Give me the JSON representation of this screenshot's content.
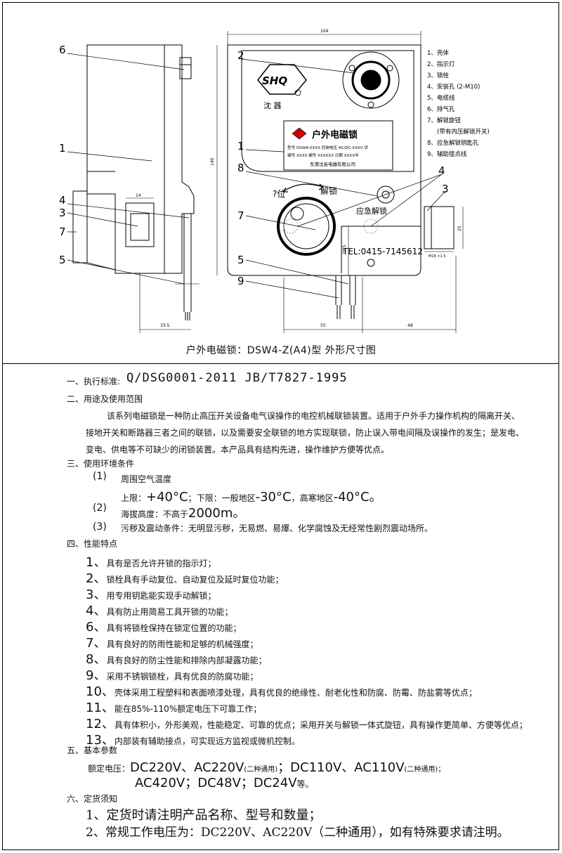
{
  "drawing": {
    "callouts": [
      "6",
      "1",
      "4",
      "3",
      "7",
      "5",
      "2",
      "1",
      "8",
      "7",
      "5",
      "9",
      "4",
      "3"
    ],
    "nameplate": {
      "logo_text": "SHQ",
      "brand": "沈 器",
      "title": "户外电磁锁",
      "row1": "型号 DSW4-XXXX 控制电压 AC/DC-XXXV 伏",
      "row2": "编号 XXXX 编号 XXXXXX 日期 XXXX年",
      "company": "东港沈高电器有限公司"
    },
    "dial_labels": {
      "reset": "?位",
      "unlock": "解锁",
      "emergency": "应急解锁"
    },
    "tel": "TEL:0415-7145612",
    "dims": {
      "w104": "104",
      "h140": "140",
      "w14": "14",
      "d335": "33.5",
      "w55": "55",
      "w48": "48",
      "h285": "28.5",
      "h25": "25",
      "g": "M16 ×1.5"
    },
    "legend": [
      "1、壳体",
      "2、指示灯",
      "3、锁栓",
      "4、安装孔 (2-M10)",
      "5、电缆线",
      "6、排气孔",
      "7、解锁旋钮",
      "(带有内压解锁开关)",
      "8、应急解锁钥匙孔",
      "9、辅助接点线"
    ]
  },
  "caption": "户外电磁锁：DSW4-Z(A4)型 外形尺寸图",
  "spec": {
    "s1_title": "一、执行标准:",
    "s1_std": "Q/DSG0001-2011    JB/T7827-1995",
    "s2_title": "二、用途及使用范围",
    "s2_p1": "该系列电磁锁是一种防止高压开关设备电气误操作的电控机械联锁装置。适用于户外手力操作机构的隔离开关、",
    "s2_p2": "接地开关和断路器三者之间的联锁，以及需要安全联锁的地方实现联锁，防止误入带电间隔及误操作的发生；是发电、",
    "s2_p3": "变电、供电等不可缺少的闭锁装置。本产品具有结构先进，操作维护方便等优点。",
    "s3_title": "三、使用环境条件",
    "s3_1_no": "(1)",
    "s3_1": "周围空气温度",
    "s3_1a_a": "上限：",
    "s3_1a_b": "+40°C",
    "s3_1a_c": "；下限：一般地区",
    "s3_1a_d": "-30°C",
    "s3_1a_e": "，高寒地区",
    "s3_1a_f": "-40°C。",
    "s3_2_no": "(2)",
    "s3_2_a": "海拔高度：不高于",
    "s3_2_b": "2000m。",
    "s3_3_no": "(3)",
    "s3_3": "污秽及震动条件：无明显污秽，无易燃、易爆、化学腐蚀及无经常性剧烈震动场所。",
    "s4_title": "四、性能特点",
    "features": [
      {
        "no": "1、",
        "text": "具有是否允许开锁的指示灯；"
      },
      {
        "no": "2、",
        "text": "锁栓具有手动复位、自动复位及延时复位功能；"
      },
      {
        "no": "3、",
        "text": "用专用钥匙能实现手动解锁；"
      },
      {
        "no": "4、",
        "text": "具有防止用简易工具开锁的功能；"
      },
      {
        "no": "6、",
        "text": "具有将锁栓保持在锁定位置的功能；"
      },
      {
        "no": "7、",
        "text": "具有良好的防雨性能和足够的机械强度；"
      },
      {
        "no": "8、",
        "text": "具有良好的防尘性能和排除内部凝露功能；"
      },
      {
        "no": "9、",
        "text": "采用不锈钢锁栓，具有优良的防腐功能；"
      },
      {
        "no": "10、",
        "text": "壳体采用工程塑料和表面喷漆处理，具有优良的绝缘性、耐老化性和防腐、防霉、防盐雾等优点；"
      },
      {
        "no": "11、",
        "text": "能在85%-110%额定电压下可靠工作；"
      },
      {
        "no": "12、",
        "text": "具有体积小，外形美观，性能稳定、可靠的优点；采用开关与解锁一体式旋钮，具有操作更简单、方便等优点；"
      },
      {
        "no": "13、",
        "text": "内部装有辅助接点，可实现远方监视或微机控制。"
      }
    ],
    "s5_title": "五、基本参数",
    "s5_label": "额定电压：",
    "s5_v1": "DC220V、AC220V",
    "s5_v1n": "(二种通用)",
    "s5_v2": "；DC110V、AC110V",
    "s5_v2n": "(二种通用)；",
    "s5_v3": "AC420V；DC48V；DC24V",
    "s5_v3n": "等。",
    "s6_title": "六、定货须知",
    "s6_1": "1、定货时请注明产品名称、型号和数量；",
    "s6_2": "2、常规工作电压为：DC220V、AC220V（二种通用），如有特殊要求请注明。"
  }
}
